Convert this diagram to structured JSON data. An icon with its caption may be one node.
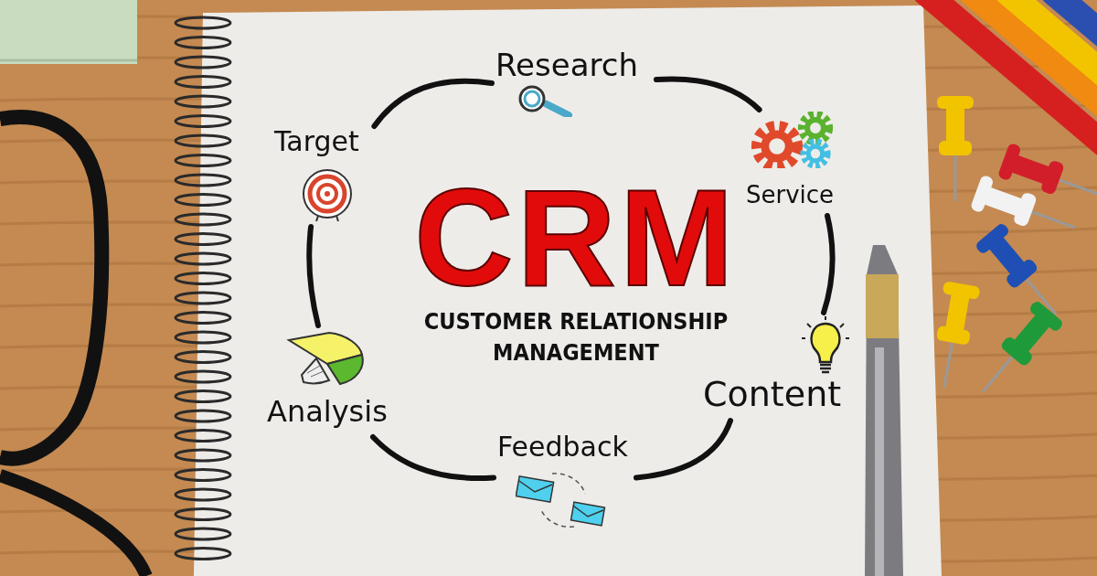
{
  "diagram": {
    "nodes": [
      {
        "text": [
          "CRM",
          "CUSTOMER RELATIONSHIP MANAGEMENT"
        ]
      },
      {
        "text": [
          "Research"
        ]
      },
      {
        "text": [
          "Service"
        ]
      },
      {
        "text": [
          "Content"
        ]
      },
      {
        "text": [
          "Feedback"
        ]
      },
      {
        "text": [
          "Analysis"
        ]
      },
      {
        "text": [
          "Target"
        ]
      }
    ],
    "edges": [
      {
        "from": 1,
        "to": 2,
        "arrow": "none"
      },
      {
        "from": 2,
        "to": 3,
        "arrow": "none"
      },
      {
        "from": 3,
        "to": 4,
        "arrow": "none"
      },
      {
        "from": 4,
        "to": 5,
        "arrow": "none"
      },
      {
        "from": 5,
        "to": 6,
        "arrow": "none"
      },
      {
        "from": 6,
        "to": 1,
        "arrow": "none"
      }
    ]
  }
}
